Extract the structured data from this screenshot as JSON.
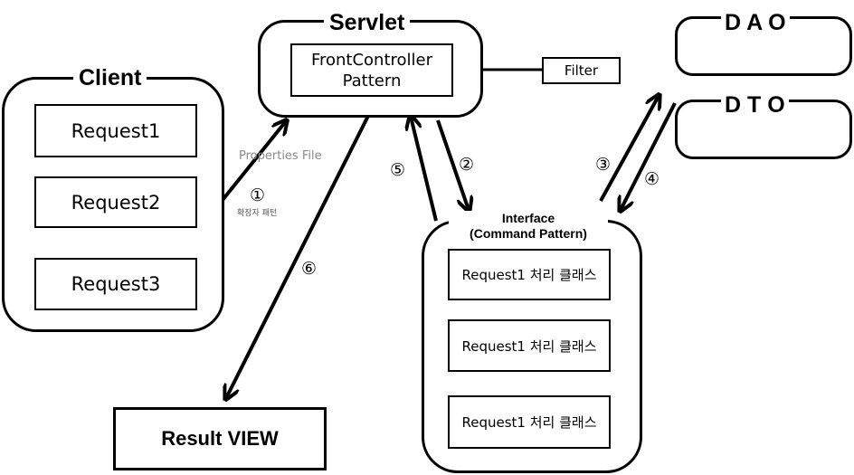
{
  "client": {
    "title": "Client",
    "requests": [
      "Request1",
      "Request2",
      "Request3"
    ]
  },
  "servlet": {
    "title": "Servlet",
    "front_controller_line1": "FrontController",
    "front_controller_line2": "Pattern"
  },
  "filter": {
    "label": "Filter"
  },
  "dao": {
    "title": "D A O"
  },
  "dto": {
    "title": "D T O"
  },
  "interface_box": {
    "title_line1": "Interface",
    "title_line2": "(Command Pattern)",
    "classes": [
      "Request1 처리 클래스",
      "Request1 처리 클래스",
      "Request1 처리 클래스"
    ]
  },
  "result_view": {
    "label": "Result VIEW"
  },
  "annotations": {
    "properties_file": "Properties File",
    "extension_pattern": "확장자 패턴"
  },
  "steps": [
    "①",
    "②",
    "③",
    "④",
    "⑤",
    "⑥"
  ]
}
